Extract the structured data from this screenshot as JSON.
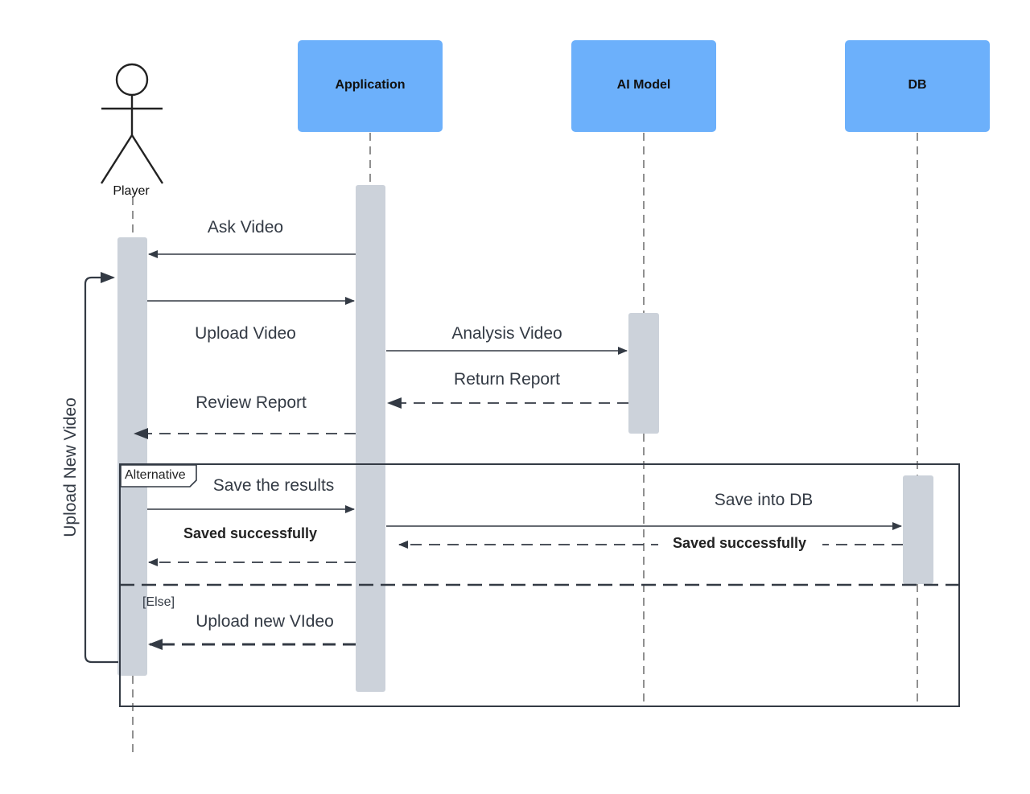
{
  "participants": {
    "player": "Player",
    "application": "Application",
    "ai_model": "AI Model",
    "db": "DB"
  },
  "messages": {
    "ask_video": "Ask Video",
    "upload_video": "Upload Video",
    "analysis_video": "Analysis Video",
    "return_report": "Return Report",
    "review_report": "Review Report",
    "save_the_results": "Save the results",
    "save_into_db": "Save into DB",
    "saved_successfully_app": "Saved successfully",
    "saved_successfully_db": "Saved successfully",
    "upload_new_video_alt": "Upload new VIdeo"
  },
  "fragment": {
    "operator": "Alternative",
    "else_guard": "[Else]"
  },
  "loop": {
    "label": "Upload New Video"
  },
  "colors": {
    "participant_fill": "#6cb0fb",
    "activation_fill": "#ccd2da",
    "line_color": "#333a44"
  }
}
